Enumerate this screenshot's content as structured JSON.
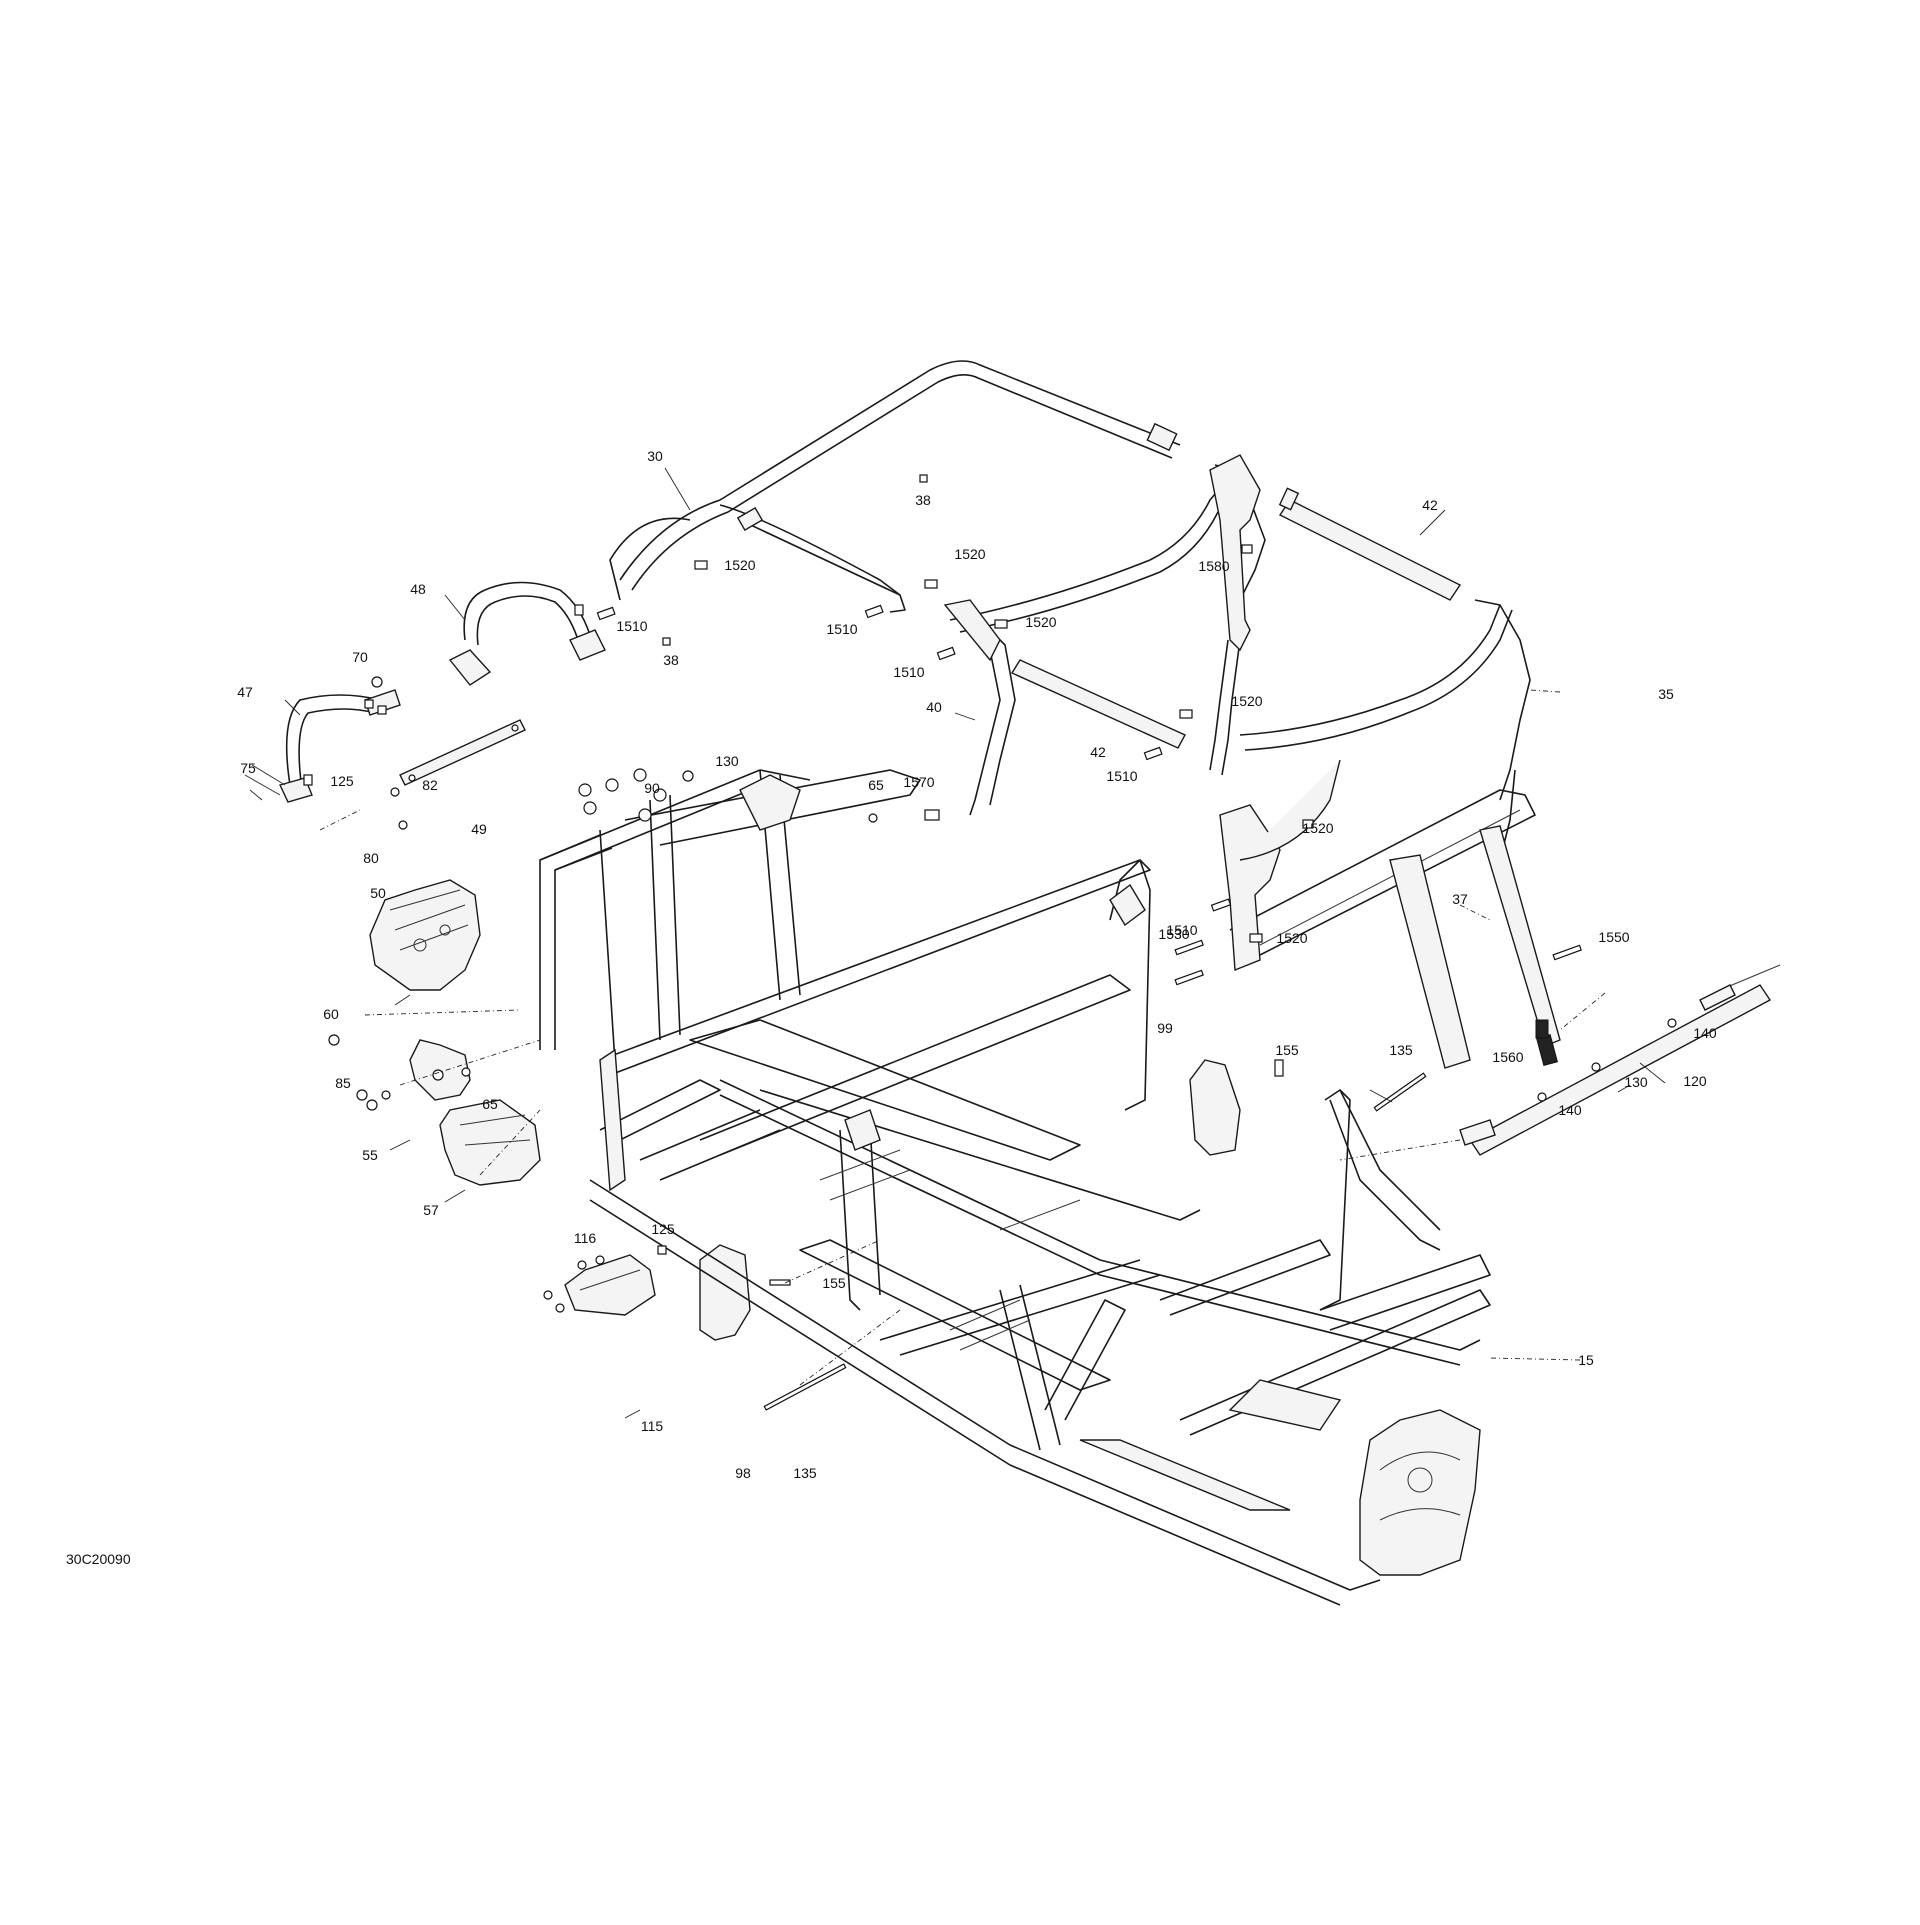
{
  "figure_id": "30C20090",
  "callouts": [
    {
      "id": "30",
      "text": "30"
    },
    {
      "id": "38a",
      "text": "38"
    },
    {
      "id": "38b",
      "text": "38"
    },
    {
      "id": "42a",
      "text": "42"
    },
    {
      "id": "42b",
      "text": "42"
    },
    {
      "id": "1520a",
      "text": "1520"
    },
    {
      "id": "1520b",
      "text": "1520"
    },
    {
      "id": "1520c",
      "text": "1520"
    },
    {
      "id": "1520d",
      "text": "1520"
    },
    {
      "id": "1520e",
      "text": "1520"
    },
    {
      "id": "1520f",
      "text": "1520"
    },
    {
      "id": "1510a",
      "text": "1510"
    },
    {
      "id": "1510b",
      "text": "1510"
    },
    {
      "id": "1510c",
      "text": "1510"
    },
    {
      "id": "1510d",
      "text": "1510"
    },
    {
      "id": "1510e",
      "text": "1510"
    },
    {
      "id": "1580",
      "text": "1580"
    },
    {
      "id": "48",
      "text": "48"
    },
    {
      "id": "35",
      "text": "35"
    },
    {
      "id": "40",
      "text": "40"
    },
    {
      "id": "70",
      "text": "70"
    },
    {
      "id": "47",
      "text": "47"
    },
    {
      "id": "130a",
      "text": "130"
    },
    {
      "id": "65a",
      "text": "65"
    },
    {
      "id": "75",
      "text": "75"
    },
    {
      "id": "125a",
      "text": "125"
    },
    {
      "id": "82",
      "text": "82"
    },
    {
      "id": "90",
      "text": "90"
    },
    {
      "id": "1570",
      "text": "1570"
    },
    {
      "id": "49",
      "text": "49"
    },
    {
      "id": "80",
      "text": "80"
    },
    {
      "id": "50",
      "text": "50"
    },
    {
      "id": "37",
      "text": "37"
    },
    {
      "id": "1550",
      "text": "1550"
    },
    {
      "id": "1530",
      "text": "1530"
    },
    {
      "id": "60",
      "text": "60"
    },
    {
      "id": "99",
      "text": "99"
    },
    {
      "id": "140a",
      "text": "140"
    },
    {
      "id": "155a",
      "text": "155"
    },
    {
      "id": "135a",
      "text": "135"
    },
    {
      "id": "1560",
      "text": "1560"
    },
    {
      "id": "130b",
      "text": "130"
    },
    {
      "id": "120",
      "text": "120"
    },
    {
      "id": "85",
      "text": "85"
    },
    {
      "id": "65b",
      "text": "65"
    },
    {
      "id": "140b",
      "text": "140"
    },
    {
      "id": "55",
      "text": "55"
    },
    {
      "id": "57",
      "text": "57"
    },
    {
      "id": "116",
      "text": "116"
    },
    {
      "id": "125b",
      "text": "125"
    },
    {
      "id": "15",
      "text": "15"
    },
    {
      "id": "155b",
      "text": "155"
    },
    {
      "id": "115",
      "text": "115"
    },
    {
      "id": "98",
      "text": "98"
    },
    {
      "id": "135b",
      "text": "135"
    }
  ]
}
